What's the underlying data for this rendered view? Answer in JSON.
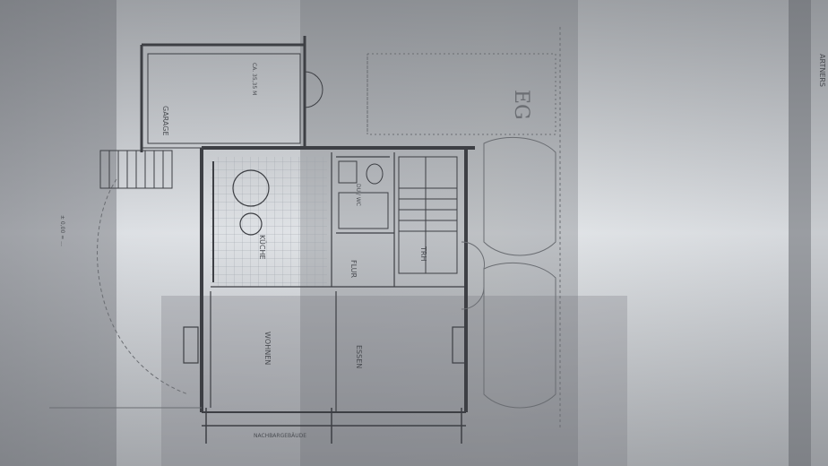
{
  "plan": {
    "floor_label": "EG",
    "side_label": "ARTNERS",
    "rooms": {
      "garage": "GARAGE",
      "kueche": "KÜCHE",
      "flur": "FLUR",
      "wohnen": "WOHNEN",
      "essen": "ESSEN",
      "treppe": "TRH",
      "dusche_wc": "DU / WC"
    },
    "neighbor": "NACHBARGEBÄUDE",
    "scale_note": "± 0,00 = ...",
    "garage_dim": "CA. 35,35 M"
  },
  "colors": {
    "paper": "#eceef1",
    "paper_shadow": "#b9bdc2",
    "dark_area": "#8f9296",
    "line": "#3d3f44",
    "grid": "#9aa0a8"
  }
}
